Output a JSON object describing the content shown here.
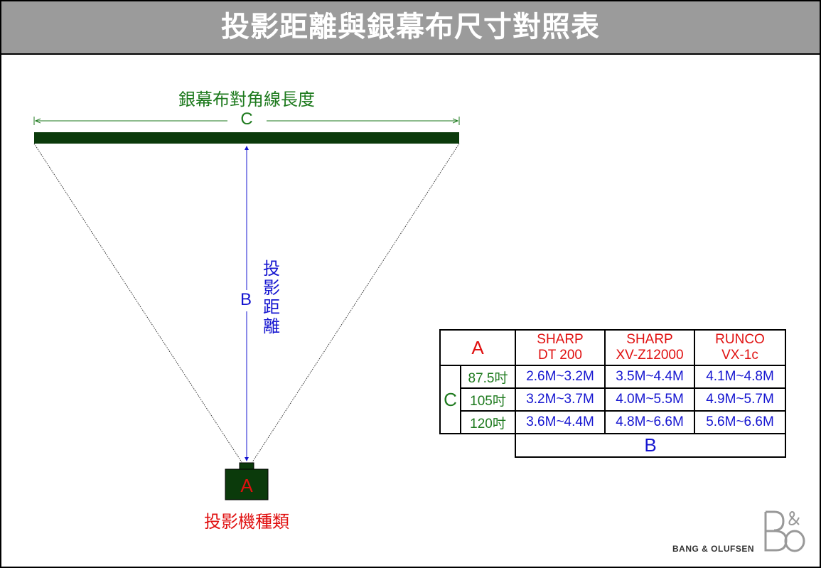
{
  "title": "投影距離與銀幕布尺寸對照表",
  "diagram": {
    "screen_label": "銀幕布對角線長度",
    "c_marker": "C",
    "b_marker": "B",
    "distance_label_chars": [
      "投",
      "影",
      "距",
      "離"
    ],
    "projector_marker": "A",
    "projector_label": "投影機種類"
  },
  "table": {
    "corner": "A",
    "row_group": "C",
    "columns": [
      {
        "line1": "SHARP",
        "line2": "DT 200"
      },
      {
        "line1": "SHARP",
        "line2": "XV-Z12000"
      },
      {
        "line1": "RUNCO",
        "line2": "VX-1c"
      }
    ],
    "rows": [
      {
        "size": "87.5吋",
        "values": [
          "2.6M~3.2M",
          "3.5M~4.4M",
          "4.1M~4.8M"
        ]
      },
      {
        "size": "105吋",
        "values": [
          "3.2M~3.7M",
          "4.0M~5.5M",
          "4.9M~5.7M"
        ]
      },
      {
        "size": "120吋",
        "values": [
          "3.6M~4.4M",
          "4.8M~6.6M",
          "5.6M~6.6M"
        ]
      }
    ],
    "footer": "B"
  },
  "logo": {
    "text": "BANG & OLUFSEN",
    "mark": "B&O"
  },
  "colors": {
    "screen": "#0b3a0b",
    "green": "#1e7a1e",
    "blue": "#1515d0",
    "red": "#e01010",
    "titlebar": "#9b9b9b"
  }
}
